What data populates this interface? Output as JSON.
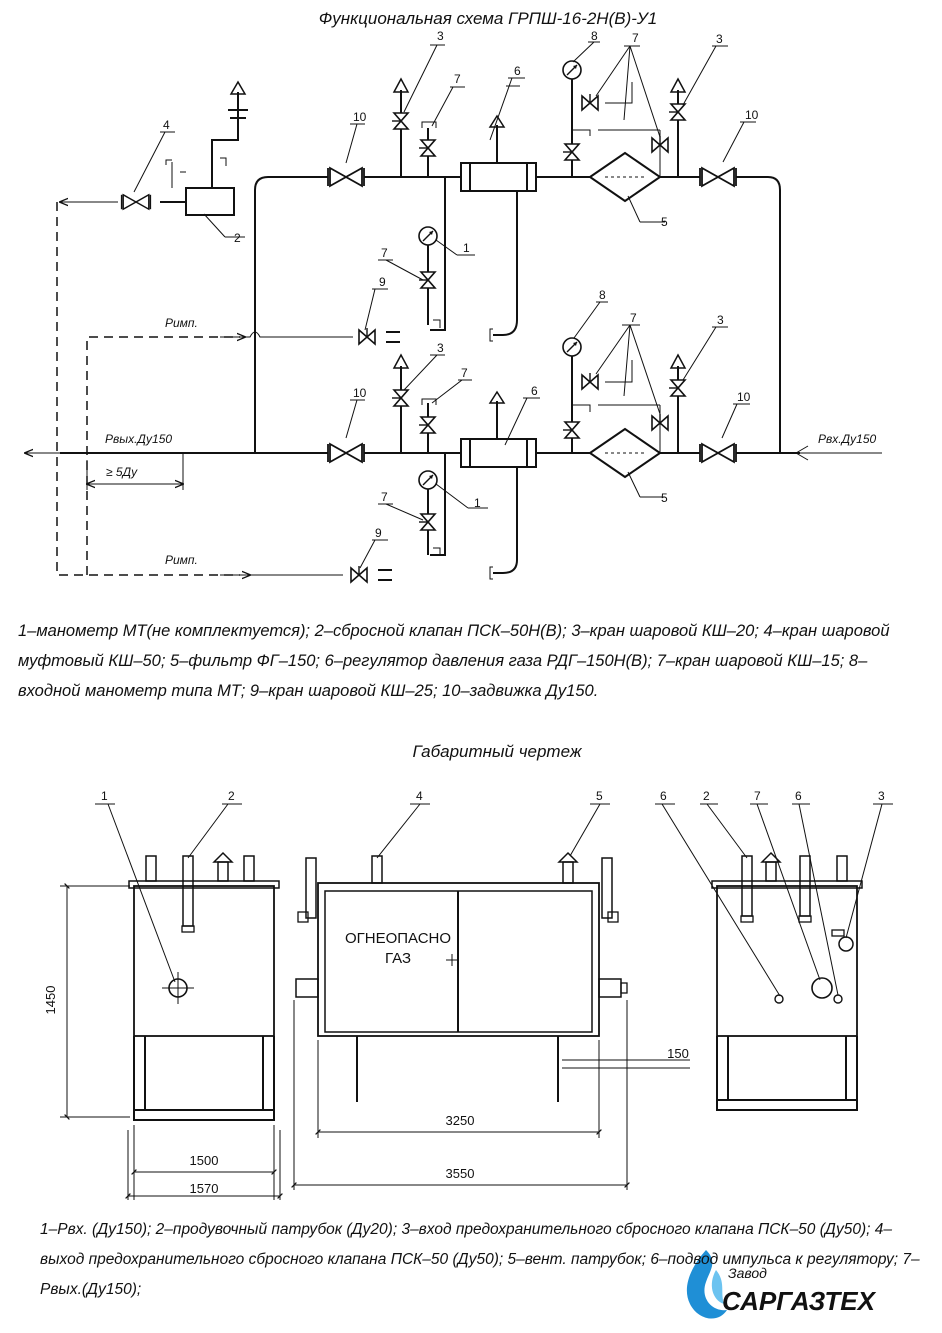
{
  "scheme": {
    "title": "Функциональная схема ГРПШ-16-2Н(В)-У1",
    "labels": {
      "p_imp": "Римп.",
      "p_out_dn150": "Рвых.Ду150",
      "p_in_dn150": "Рвх.Ду150",
      "ge_5dn": "≥ 5Ду"
    },
    "legend": "1–манометр МТ(не комплектуется); 2–сбросной клапан ПСК–50Н(В); 3–кран шаровой КШ–20; 4–кран шаровой муфтовый КШ–50; 5–фильтр ФГ–150; 6–регулятор давления газа РДГ–150Н(В); 7–кран шаровой КШ–15; 8–входной манометр типа МТ; 9–кран шаровой КШ–25; 10–задвижка Ду150."
  },
  "drawing": {
    "title": "Габаритный чертеж",
    "door_text_line1": "ОГНЕОПАСНО",
    "door_text_line2": "ГАЗ",
    "dims": {
      "height": "1450",
      "width_inner": "1500",
      "width_outer": "1570",
      "length_inner": "3250",
      "length_outer": "3550",
      "offset": "150"
    },
    "legend": "1–Рвх. (Ду150); 2–продувочный патрубок (Ду20); 3–вход предохранительного сбросного клапана ПСК–50 (Ду50); 4–выход предохранительного сбросного клапана ПСК–50 (Ду50); 5–вент. патрубок; 6–подвод импульса к регулятору; 7–Рвых.(Ду150);"
  },
  "logo": {
    "top": "Завод",
    "name": "САРГАЗТЕХ"
  }
}
